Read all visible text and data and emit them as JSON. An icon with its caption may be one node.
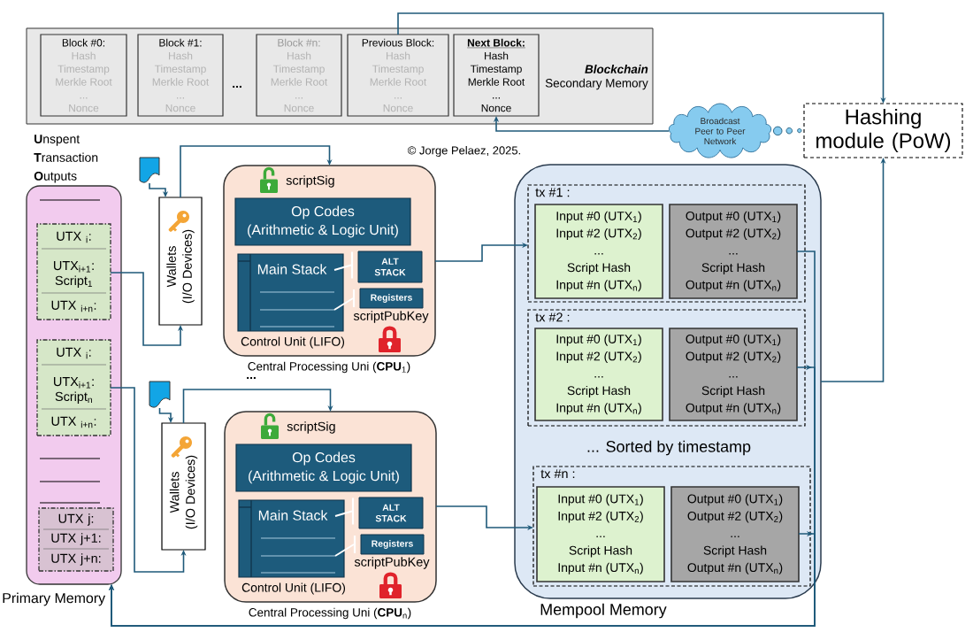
{
  "diagram": {
    "nodes": [
      {
        "text": [
          "Blockchain",
          "Secondary Memory"
        ]
      },
      {
        "text": [
          "Block #0:",
          "Hash",
          "Timestamp",
          "Merkle Root",
          "...",
          "Nonce"
        ],
        "in": 0
      },
      {
        "text": [
          "Block #1:",
          "Hash",
          "Timestamp",
          "Merkle Root",
          "...",
          "Nonce"
        ],
        "in": 0
      },
      {
        "text": [
          "Block #n:",
          "Hash",
          "Timestamp",
          "Merkle Root",
          "...",
          "Nonce"
        ],
        "in": 0
      },
      {
        "text": [
          "Previous Block:",
          "Hash",
          "Timestamp",
          "Merkle Root",
          "...",
          "Nonce"
        ],
        "in": 0
      },
      {
        "text": [
          "Next Block:",
          "Hash",
          "Timestamp",
          "Merkle Root",
          "...",
          "Nonce"
        ],
        "in": 0
      },
      {
        "text": [
          "Broadcast Peer to Peer Network"
        ]
      },
      {
        "text": [
          "Hashing module (PoW)"
        ]
      },
      {
        "text": [
          "**U**nspent **T**ransaction **O**utputs",
          "Primary Memory"
        ]
      },
      {
        "text": [
          "UTX $_{i}$:",
          "UTX$_{i+1}$: Script$_{1}$",
          "UTX $_{i+n}$:"
        ],
        "in": 8
      },
      {
        "text": [
          "UTX $_{i}$:",
          "UTX$_{i+1}$: Script$_{n}$",
          "UTX $_{i+n}$:"
        ],
        "in": 8
      },
      {
        "text": [
          "UTX j:",
          "UTX j+1:",
          "UTX j+n:"
        ],
        "in": 8
      },
      {
        "text": [],
        "shape": "document"
      },
      {
        "text": [
          "Wallets",
          "(I/O Devices)"
        ]
      },
      {
        "text": [
          "scriptSig",
          "scriptPubKey",
          "Control Unit (LIFO)",
          "Central Processing Uni (**CPU**$_{1}$)"
        ]
      },
      {
        "text": [
          "Op Codes",
          "(Arithmetic & Logic Unit)"
        ],
        "in": 14
      },
      {
        "text": [
          "Main Stack"
        ],
        "in": 14
      },
      {
        "text": [
          "ALT STACK"
        ],
        "in": 14
      },
      {
        "text": [
          "Registers"
        ],
        "in": 14
      },
      {
        "text": [],
        "shape": "document"
      },
      {
        "text": [
          "Wallets",
          "(I/O Devices)"
        ]
      },
      {
        "text": [
          "scriptSig",
          "scriptPubKey",
          "Control Unit (LIFO)",
          "Central Processing Uni (**CPU**$_{n}$)"
        ]
      },
      {
        "text": [
          "Op Codes",
          "(Arithmetic & Logic Unit)"
        ],
        "in": 21
      },
      {
        "text": [
          "Main Stack"
        ],
        "in": 21
      },
      {
        "text": [
          "ALT STACK"
        ],
        "in": 21
      },
      {
        "text": [
          "Registers"
        ],
        "in": 21
      },
      {
        "text": [
          "... Sorted by timestamp",
          "Mempool Memory"
        ]
      },
      {
        "text": [
          "tx #1 :"
        ],
        "in": 26
      },
      {
        "text": [
          "Input #0 (UTX$_{1}$)",
          "Input #2 (UTX$_{2}$)",
          "...",
          "Script Hash",
          "Input #n (UTX$_{n}$)"
        ],
        "in": 27
      },
      {
        "text": [
          "Output #0 (UTX$_{1}$)",
          "Output #2 (UTX$_{2}$)",
          "...",
          "Script Hash",
          "Output #n (UTX$_{n}$)"
        ],
        "in": 27
      },
      {
        "text": [
          "tx #2 :"
        ],
        "in": 26
      },
      {
        "text": [
          "Input #0 (UTX$_{1}$)",
          "Input #2 (UTX$_{2}$)",
          "...",
          "Script Hash",
          "Input #n (UTX$_{n}$)"
        ],
        "in": 30
      },
      {
        "text": [
          "Output #0 (UTX$_{1}$)",
          "Output #2 (UTX$_{2}$)",
          "...",
          "Script Hash",
          "Output #n (UTX$_{n}$)"
        ],
        "in": 30
      },
      {
        "text": [
          "tx #n :"
        ],
        "in": 26
      },
      {
        "text": [
          "Input #0 (UTX$_{1}$)",
          "Input #2 (UTX$_{2}$)",
          "...",
          "Script Hash",
          "Input #n (UTX$_{n}$)"
        ],
        "in": 33
      },
      {
        "text": [
          "Output #0 (UTX$_{1}$)",
          "Output #2 (UTX$_{2}$)",
          "...",
          "Script Hash",
          "Output #n (UTX$_{n}$)"
        ],
        "in": 33
      }
    ],
    "edges": [
      {
        "from": 4,
        "to": 7,
        "arrow": "to"
      },
      {
        "from": 7,
        "to": 6,
        "arrow": "none"
      },
      {
        "from": 6,
        "to": 5,
        "arrow": "to"
      },
      {
        "from": 26,
        "to": 7,
        "arrow": "to"
      },
      {
        "from": 12,
        "to": 13,
        "arrow": "to"
      },
      {
        "from": 9,
        "to": 13,
        "arrow": "to"
      },
      {
        "from": 13,
        "to": 14,
        "arrow": "to"
      },
      {
        "from": 16,
        "to": 17,
        "arrow": "none",
        "color": "#ffffff"
      },
      {
        "from": 16,
        "to": 18,
        "arrow": "none",
        "color": "#ffffff"
      },
      {
        "from": 14,
        "to": 27,
        "arrow": "to"
      },
      {
        "from": 19,
        "to": 20,
        "arrow": "to"
      },
      {
        "from": 10,
        "to": 20,
        "arrow": "to"
      },
      {
        "from": 20,
        "to": 21,
        "arrow": "to"
      },
      {
        "from": 23,
        "to": 24,
        "arrow": "none",
        "color": "#ffffff"
      },
      {
        "from": 23,
        "to": 25,
        "arrow": "none",
        "color": "#ffffff"
      },
      {
        "from": 21,
        "to": 33,
        "arrow": "to"
      },
      {
        "from": 29,
        "to": 8,
        "arrow": "to"
      },
      {
        "from": 32,
        "to": 8,
        "arrow": "to"
      },
      {
        "from": 35,
        "to": 8,
        "arrow": "to"
      }
    ],
    "labels": [
      "...",
      "© Jorge Pelaez, 2025.",
      "..."
    ]
  }
}
